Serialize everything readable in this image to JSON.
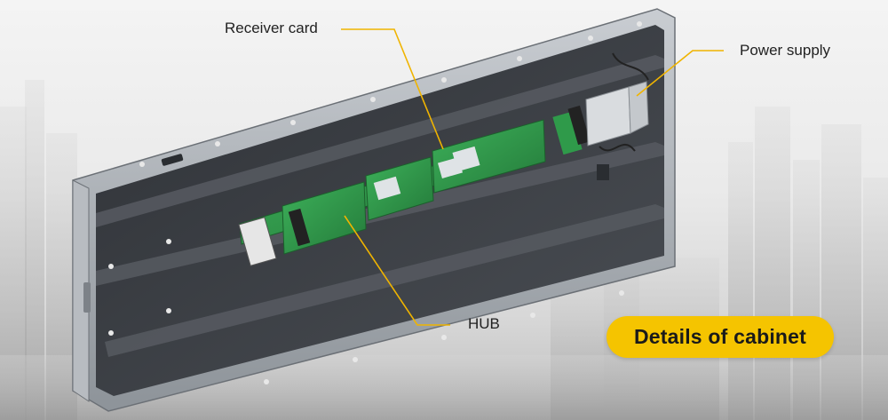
{
  "callouts": {
    "receiver_card": "Receiver card",
    "power_supply": "Power supply",
    "hub": "HUB"
  },
  "badge": {
    "title": "Details of cabinet"
  },
  "colors": {
    "accent": "#f5c400",
    "leader_line": "#f0b400",
    "pcb_green": "#2f9a4a",
    "cabinet_frame": "#9aa0a6",
    "cabinet_interior": "#3c3f44"
  }
}
